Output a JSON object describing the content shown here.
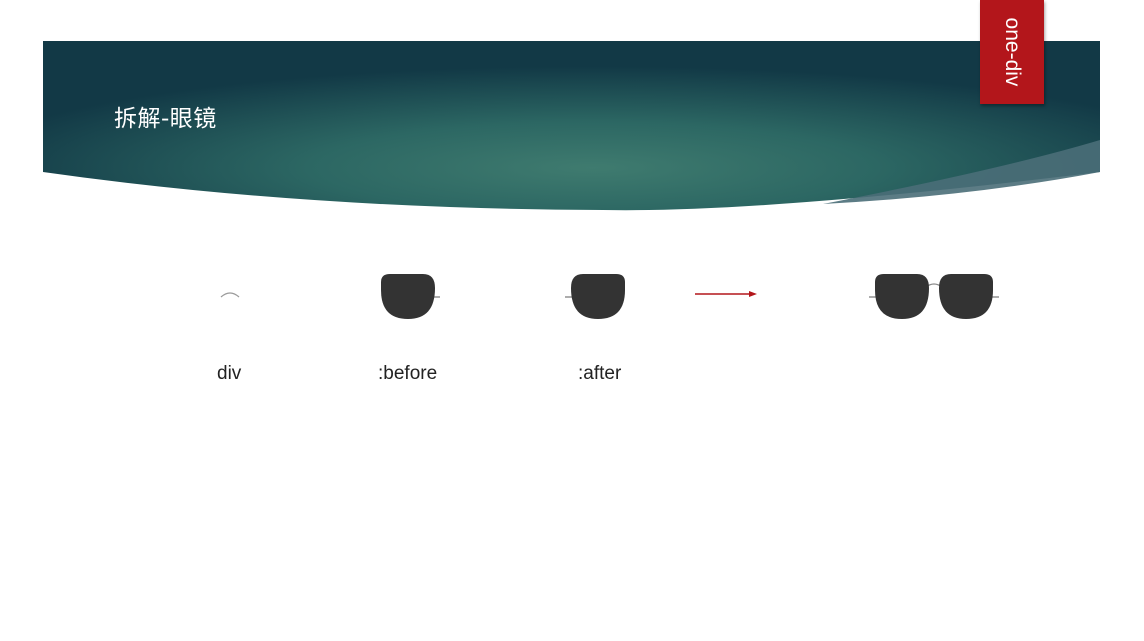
{
  "slide": {
    "title": "拆解-眼镜",
    "tag": "one-div"
  },
  "breakdown": {
    "parts": [
      {
        "caption": "div"
      },
      {
        "caption": ":before"
      },
      {
        "caption": ":after"
      }
    ]
  },
  "colors": {
    "banner_dark": "#133c4a",
    "banner_light": "#3a786c",
    "tag": "#b3161b",
    "lens": "#333333",
    "arrow": "#b3161b"
  },
  "icons": {
    "part_div": "bridge-arc-icon",
    "part_before": "left-lens-icon",
    "part_after": "right-lens-icon",
    "arrow": "arrow-right-icon",
    "result": "sunglasses-icon"
  }
}
